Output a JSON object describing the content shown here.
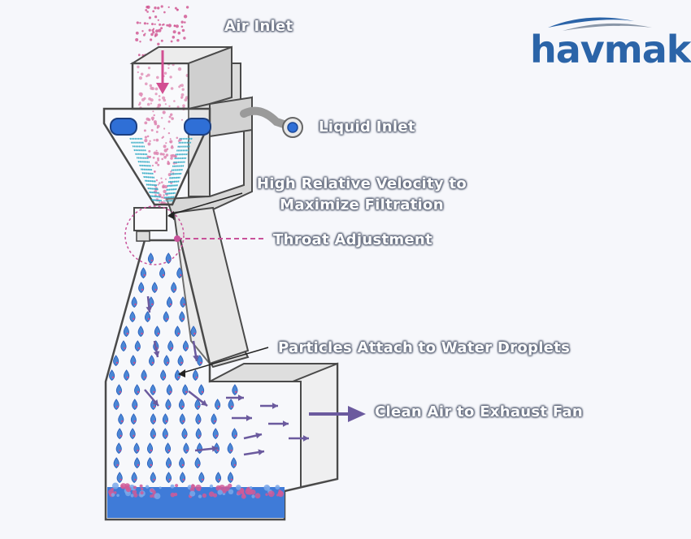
{
  "brand": {
    "name": "havmak",
    "color": "#2b64a8",
    "wave_color": "#8a97a8"
  },
  "labels": {
    "air_inlet": "Air Inlet",
    "liquid_inlet": "Liquid Inlet",
    "velocity_line1": "High Relative Velocity to",
    "velocity_line2": "Maximize Filtration",
    "throat": "Throat Adjustment",
    "particles": "Particles Attach to Water Droplets",
    "clean_air": "Clean Air to Exhaust Fan"
  },
  "colors": {
    "housing": "#9a9a9a",
    "housing_fill": "#f2f2f2",
    "particles": "#d0508e",
    "droplets": "#4a87d6",
    "arrows": "#6b5a9e",
    "water": "#3f7bd8"
  },
  "icons": [
    "arrow-down-icon",
    "nozzle-icon",
    "droplet-icon",
    "arrow-right-icon",
    "logo-wave-icon"
  ]
}
